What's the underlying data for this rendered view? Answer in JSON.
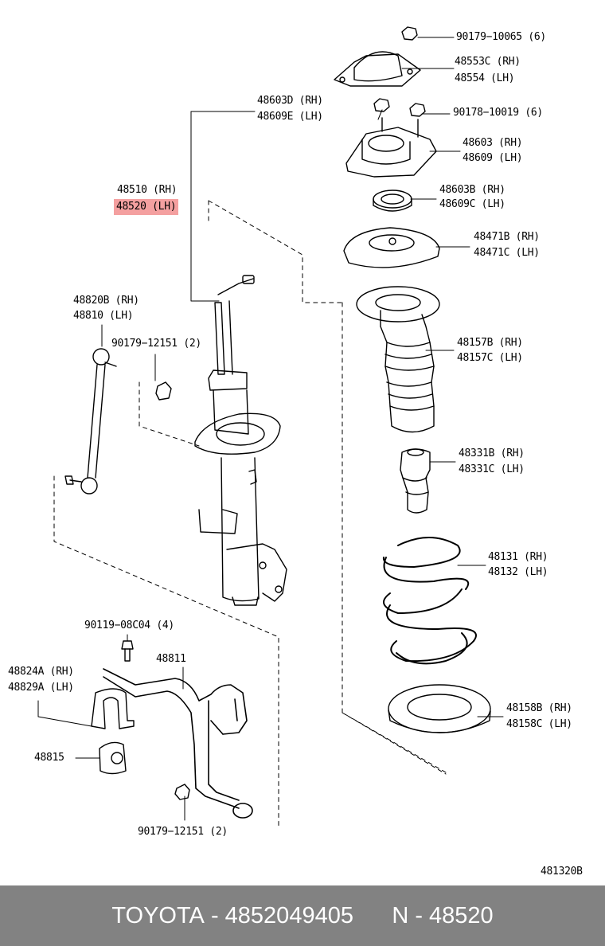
{
  "labels": {
    "l_90179_10065": "90179−10065 (6)",
    "l_48553c": "48553C (RH)",
    "l_48554": "48554   (LH)",
    "l_48603d": "48603D (RH)",
    "l_48609e": "48609E (LH)",
    "l_90178": "90178−10019 (6)",
    "l_48603": "48603 (RH)",
    "l_48609": "48609 (LH)",
    "l_48510": "48510 (RH)",
    "l_48520": "48520 (LH)",
    "l_48603b": "48603B (RH)",
    "l_48609c": "48609C (LH)",
    "l_48471b": "48471B (RH)",
    "l_48471c": "48471C (LH)",
    "l_48820b": "48820B (RH)",
    "l_48810": "48810 (LH)",
    "l_90179_12151_top": "90179−12151 (2)",
    "l_48157b": "48157B (RH)",
    "l_48157c": "48157C (LH)",
    "l_48331b": "48331B (RH)",
    "l_48331c": "48331C (LH)",
    "l_48131": "48131 (RH)",
    "l_48132": "48132 (LH)",
    "l_90119": "90119−08C04 (4)",
    "l_48811": "48811",
    "l_48824a": "48824A (RH)",
    "l_48829a": "48829A (LH)",
    "l_48815": "48815",
    "l_48158b": "48158B (RH)",
    "l_48158c": "48158C (LH)",
    "l_90179_12151_bot": "90179−12151 (2)",
    "diagram_code": "481320B"
  },
  "highlight_color": "#f4a0a0",
  "footer": {
    "brand": "TOYOTA",
    "part_number": "4852049405",
    "ref": "N - 48520",
    "background": "#828282"
  }
}
